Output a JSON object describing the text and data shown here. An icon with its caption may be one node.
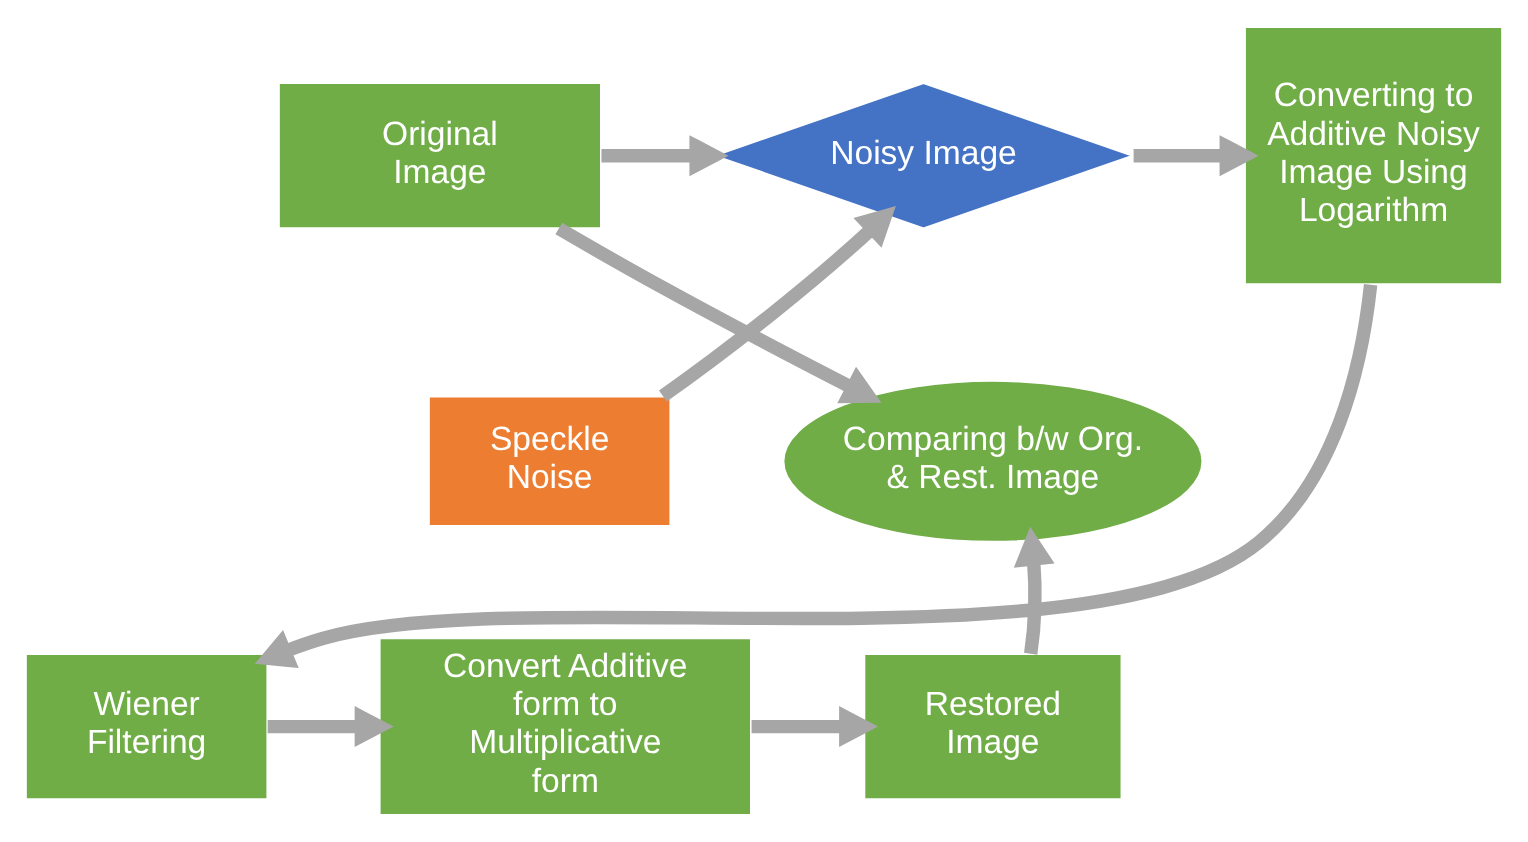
{
  "diagram": {
    "nodes": [
      {
        "text": [
          "Original Image"
        ]
      },
      {
        "text": [
          "Noisy Image"
        ]
      },
      {
        "text": [
          "Converting to Additive Noisy Image Using Logarithm"
        ]
      },
      {
        "text": [
          "Comparing b/w Org. & Rest. Image"
        ]
      },
      {
        "text": [
          "Speckle Noise"
        ]
      },
      {
        "text": [
          "Wiener Filtering"
        ]
      },
      {
        "text": [
          "Convert Additive form to Multiplicative form"
        ]
      },
      {
        "text": [
          "Restored Image"
        ]
      }
    ],
    "edges": [
      {
        "from": 0,
        "to": 1,
        "arrow": "to"
      },
      {
        "from": 1,
        "to": 2,
        "arrow": "to"
      },
      {
        "from": 0,
        "to": 3,
        "arrow": "to"
      },
      {
        "from": 4,
        "to": 1,
        "arrow": "to"
      },
      {
        "from": 2,
        "to": 5,
        "arrow": "to"
      },
      {
        "from": 5,
        "to": 6,
        "arrow": "to"
      },
      {
        "from": 6,
        "to": 7,
        "arrow": "to"
      },
      {
        "from": 7,
        "to": 3,
        "arrow": "to"
      }
    ]
  }
}
